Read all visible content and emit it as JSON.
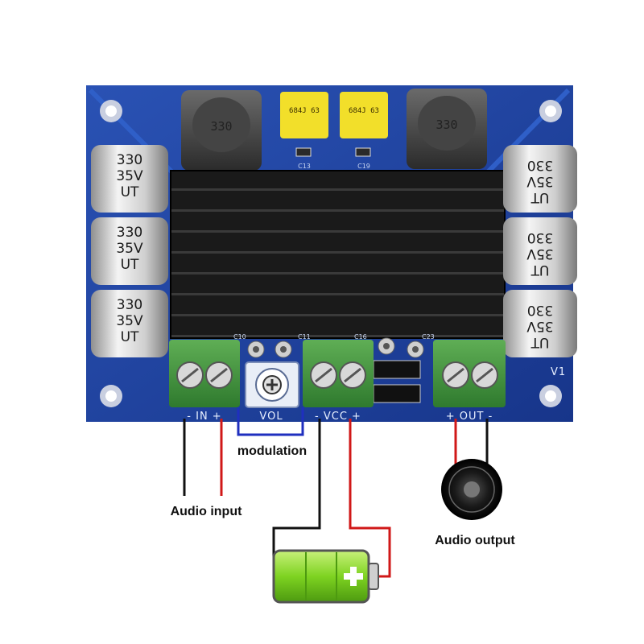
{
  "board": {
    "inductor_marking": "330",
    "film_cap_marking": "684J 63",
    "smd_labels": [
      "C13",
      "C19"
    ],
    "cap_marking": {
      "value": "330",
      "voltage": "35V",
      "series": "UT"
    },
    "ref_designators": [
      "C10",
      "C11",
      "C16",
      "C23"
    ],
    "version": "V1",
    "terminal_labels": {
      "input": "-  IN  +",
      "vol": "VOL",
      "vcc": "-  VCC  +",
      "output": "+  OUT  -"
    }
  },
  "callouts": {
    "modulation": "modulation",
    "audio_input": "Audio input",
    "audio_output": "Audio output"
  },
  "colors": {
    "pcb": "#1d3f9a",
    "heatsink": "#141414",
    "terminal": "#3d8a3a",
    "wire_negative": "#111111",
    "wire_positive": "#d01818",
    "modulation_box": "#1f2fbf",
    "battery": "#7ed321"
  },
  "icons": [
    "speaker-icon",
    "battery-icon",
    "potentiometer-icon"
  ]
}
